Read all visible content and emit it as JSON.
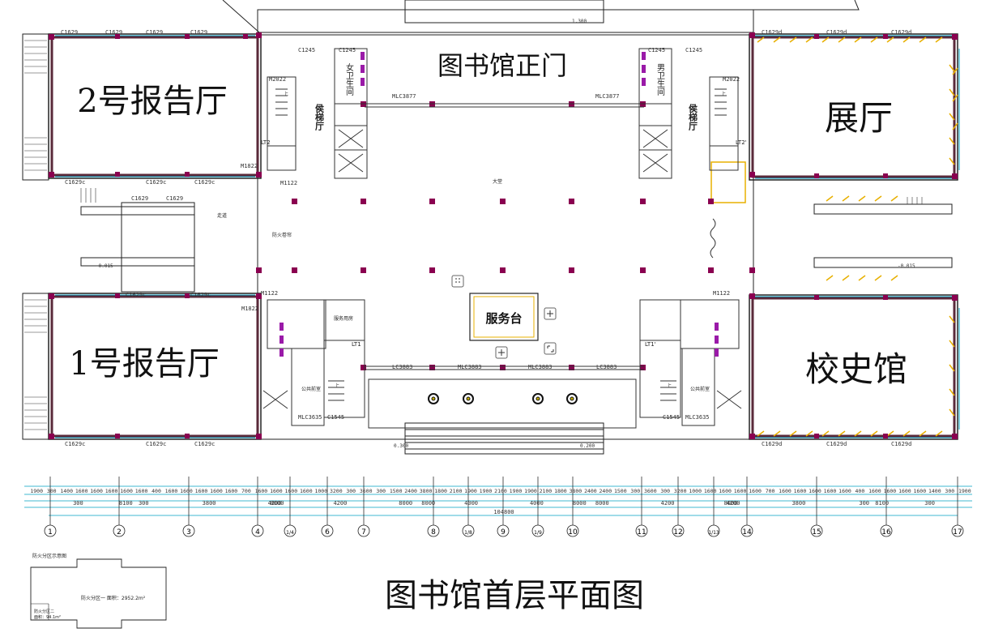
{
  "plan": {
    "title": "图书馆首层平面图",
    "rooms": {
      "main_entrance": "图书馆正门",
      "report_hall_2": "2号报告厅",
      "report_hall_1": "1号报告厅",
      "exhibition_hall": "展厅",
      "school_history": "校史馆",
      "service_desk": "服务台",
      "elevator_hall_left": "侯梯厅",
      "elevator_hall_right": "侯梯厅",
      "womens_wc": "女卫生间",
      "mens_wc": "男卫生间",
      "lobby": "大堂",
      "corridor": "走道",
      "fire_shutter": "防火卷帘",
      "service_room": "服务用房",
      "public_anteroom_left": "公共前室",
      "public_anteroom_right": "公共前室"
    },
    "elevators": {
      "lt1": "LT1",
      "lt2": "LT2",
      "lt1r": "LT1'",
      "lt2r": "LT2'"
    },
    "window_code_a": "C1629",
    "window_code_b": "C1629c",
    "window_code_c": "C1629d",
    "door_codes": {
      "m2022": "M2022",
      "m1822": "M1822",
      "m1122": "M1122"
    },
    "curtain_walls": {
      "mlc3877": "MLC3877",
      "mlc3883": "MLC3883",
      "lc3883": "LC3883",
      "mlc3635": "MLC3635",
      "c1545": "C1545"
    },
    "doors_top": {
      "c1245": "C1245"
    },
    "elevations": {
      "top": "1.300",
      "bottom_left": "0.300",
      "bottom_right": "0.200",
      "side_left": "-0.015",
      "side_right": "-0.015"
    },
    "grid_axes": [
      "1",
      "2",
      "3",
      "4",
      "1/4",
      "6",
      "7",
      "8",
      "1/8",
      "9",
      "1/9",
      "10",
      "11",
      "12",
      "1/13",
      "14",
      "15",
      "16",
      "17"
    ],
    "dims_row1": [
      "1900",
      "300",
      "1400",
      "1600",
      "1600",
      "1600",
      "1600",
      "1600",
      "400",
      "1600",
      "1600",
      "1600",
      "1600",
      "1600",
      "700",
      "1600",
      "1600",
      "1600",
      "1600",
      "1000",
      "3200",
      "300",
      "3600",
      "300",
      "1500",
      "2400",
      "3800",
      "1800",
      "2100",
      "1900",
      "1900",
      "2100",
      "1900",
      "1900",
      "2100",
      "1800",
      "3800",
      "2400",
      "2400",
      "1500",
      "300",
      "3600",
      "300",
      "3200",
      "1000",
      "1600",
      "1600",
      "1600",
      "1600",
      "700",
      "1600",
      "1600",
      "1600",
      "1600",
      "1600",
      "400",
      "1600",
      "1600",
      "1600",
      "1600",
      "1400",
      "300",
      "1900"
    ],
    "dims_row2": [
      "300",
      "300",
      "3800",
      "4200",
      "4200",
      "8000",
      "4000",
      "4000",
      "8000",
      "4200",
      "4200",
      "3800",
      "300",
      "300"
    ],
    "dims_row3": [
      "8100",
      "8000",
      "8000",
      "8000",
      "8000",
      "8100"
    ],
    "total_length": "104800",
    "inset": {
      "title": "防火分区示意图",
      "zone1": "防火分区一 面积：2952.2m²",
      "zone2": "防火分区二",
      "zone2_area": "面积：94.1m²"
    },
    "stair_note": "上",
    "colors": {
      "wall": "#5a2a3a",
      "column": "#8a0050",
      "window": "#00a0c0",
      "frame": "#222222",
      "yellow": "#e8b000",
      "green": "#2a9a2a"
    }
  }
}
